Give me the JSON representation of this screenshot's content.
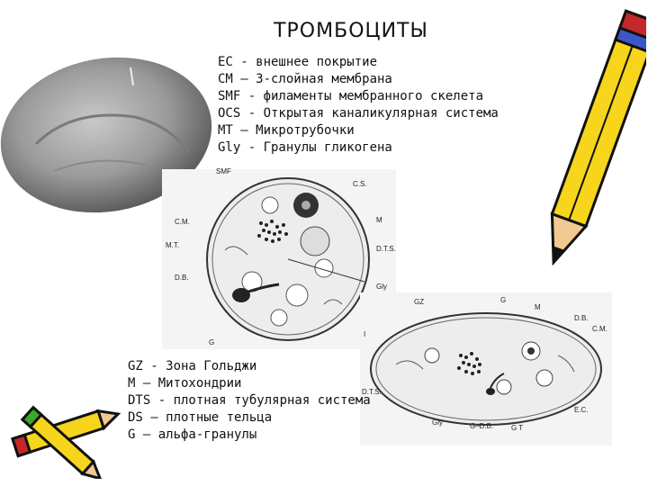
{
  "title": "ТРОМБОЦИТЫ",
  "legend_top": [
    "EC - внешнее покрытие",
    "CM – 3-слойная мембрана",
    "SMF - филаменты мембранного скелета",
    "OCS - Открытая каналикулярная система",
    "MT – Микротрубочки",
    "Gly - Гранулы гликогена"
  ],
  "legend_bottom": [
    "GZ - Зона Гольджи",
    "M – Митохондрии",
    "DTS - плотная тубулярная система",
    "DS – плотные тельца",
    "G – альфа-гранулы"
  ],
  "diagram1_labels": {
    "smf": "SMF",
    "cs": "C.S.",
    "cm": "C.M.",
    "m": "M",
    "mt": "M.T.",
    "dts": "D.T.S.",
    "db": "D.B.",
    "gly": "Gly",
    "g": "G"
  },
  "diagram2_labels": {
    "gz": "GZ",
    "g": "G",
    "m": "M",
    "db": "D.B.",
    "cm": "C.M.",
    "i": "I",
    "dts": "D.T.S.",
    "ec": "E.C.",
    "gly": "Gly",
    "gdb": "G–D.B.",
    "gt": "G T"
  },
  "icons": {
    "pencil_top": "pencil-icon",
    "pencils_bottom": "crossed-pencils-icon"
  }
}
